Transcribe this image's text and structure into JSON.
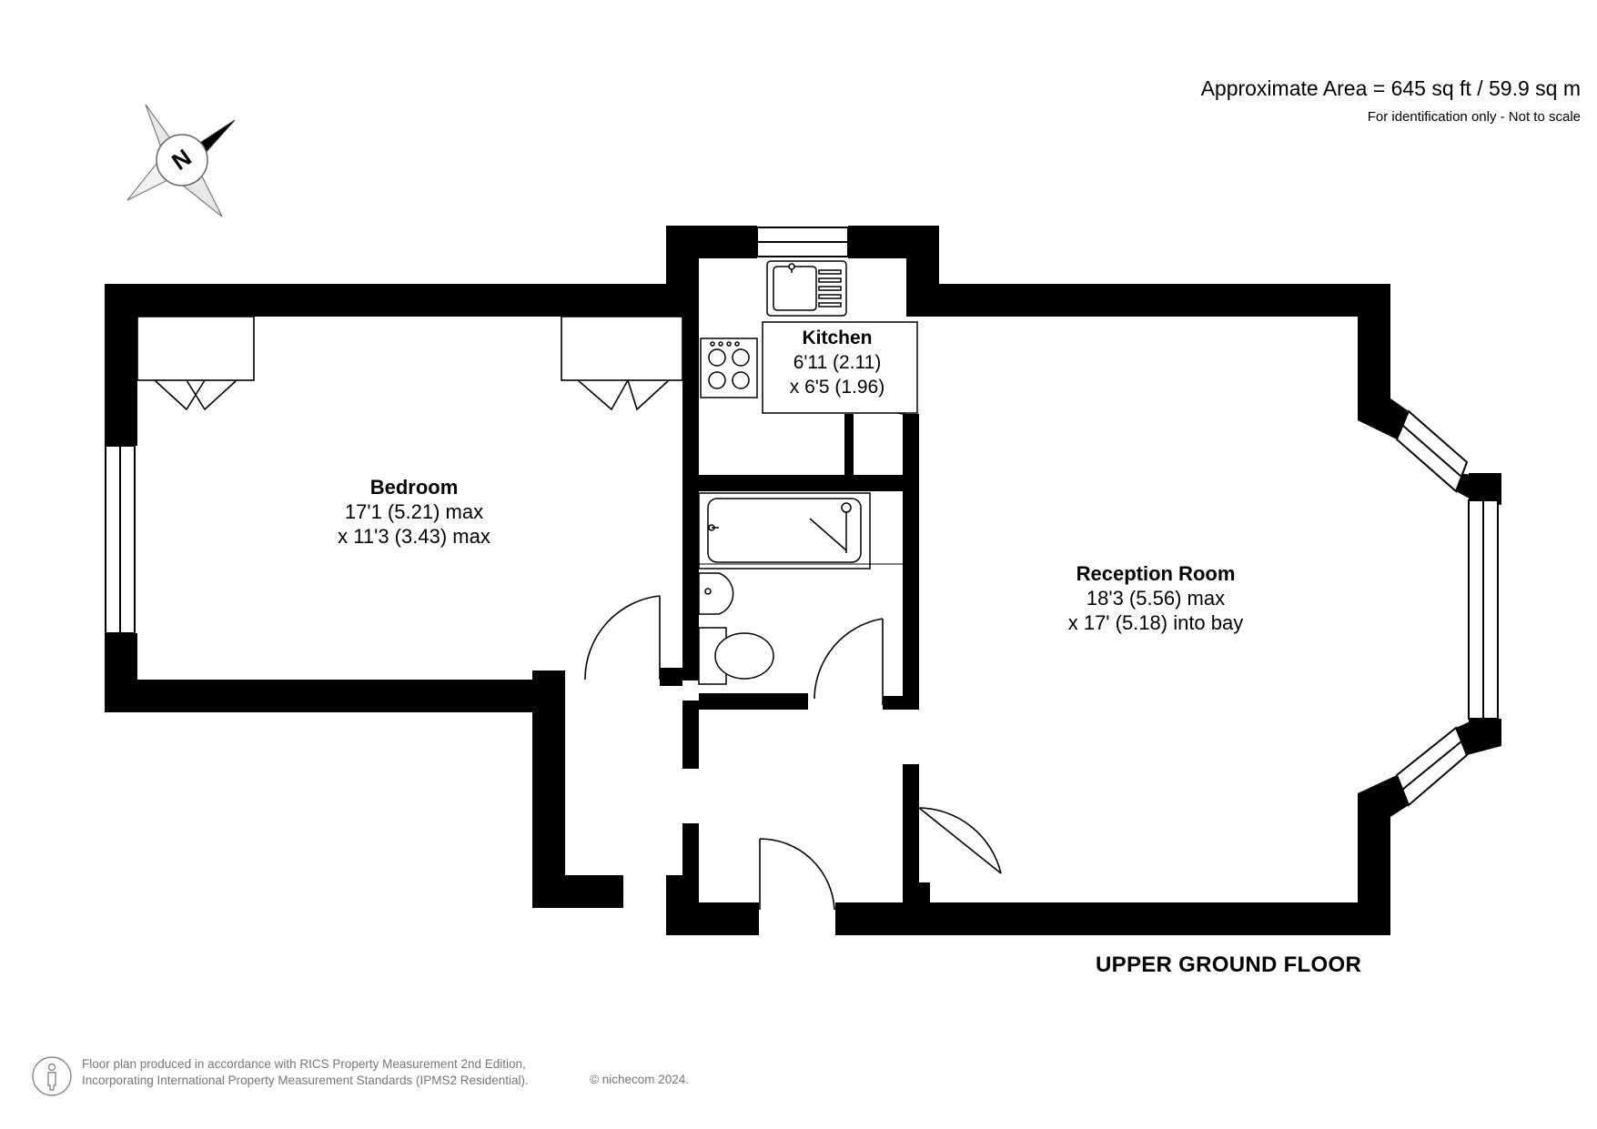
{
  "header": {
    "area": "Approximate Area = 645 sq ft / 59.9 sq m",
    "disclaimer": "For identification only - Not to scale"
  },
  "compass": {
    "label": "N",
    "icon": "compass-icon"
  },
  "rooms": {
    "bedroom": {
      "name": "Bedroom",
      "dim1": "17'1 (5.21) max",
      "dim2": "x 11'3 (3.43) max"
    },
    "kitchen": {
      "name": "Kitchen",
      "dim1": "6'11 (2.11)",
      "dim2": "x 6'5 (1.96)"
    },
    "reception": {
      "name": "Reception Room",
      "dim1": "18'3 (5.56) max",
      "dim2": "x 17' (5.18) into bay"
    }
  },
  "floor_label": "UPPER GROUND FLOOR",
  "footer": {
    "line1": "Floor plan produced in accordance with RICS Property Measurement 2nd Edition,",
    "line2": "Incorporating International Property Measurement Standards (IPMS2 Residential).",
    "credit": "© nichecom 2024.",
    "icon": "person-icon"
  },
  "colors": {
    "wall": "#000000",
    "background": "#ffffff",
    "footer_text": "#777777"
  }
}
